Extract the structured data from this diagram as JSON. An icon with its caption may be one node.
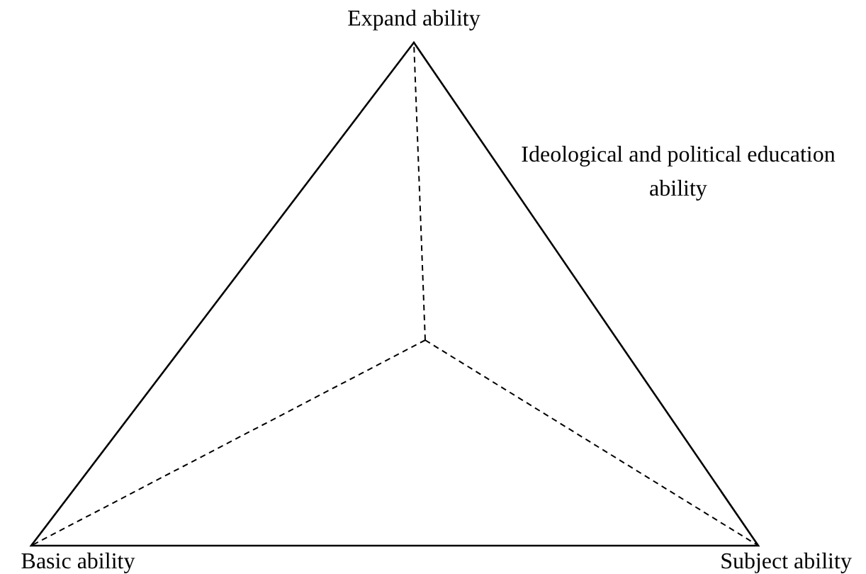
{
  "diagram": {
    "labels": [
      "Expand ability",
      "Ideological and political education ability",
      "Basic ability",
      "Subject ability"
    ]
  }
}
